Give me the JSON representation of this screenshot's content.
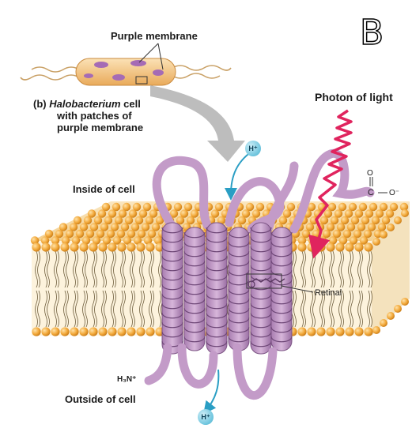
{
  "panel_letter": "B",
  "labels": {
    "purple_membrane": "Purple membrane",
    "cell_caption_prefix": "(b) ",
    "cell_caption_species": "Halobacterium",
    "cell_caption_rest1": " cell",
    "cell_caption_line2": "with patches of",
    "cell_caption_line3": "purple membrane",
    "photon": "Photon of light",
    "inside": "Inside of cell",
    "outside": "Outside of cell",
    "retinal": "Retinal",
    "h_ion_top": "H⁺",
    "h_ion_bottom": "H⁺",
    "n_terminus": "H₃N⁺",
    "carboxyl_c": "C",
    "carboxyl_o_top": "O",
    "carboxyl_o_minus": "O⁻"
  },
  "colors": {
    "lipid_head": "#f2a93b",
    "membrane_top": "#f6d9a1",
    "protein": "#c39bc8",
    "protein_outline": "#7d5585",
    "cell_body": "#f4c98a",
    "photon": "#e0245e",
    "proton_arrow": "#2a9ec4",
    "big_arrow": "#b9b9b9"
  }
}
